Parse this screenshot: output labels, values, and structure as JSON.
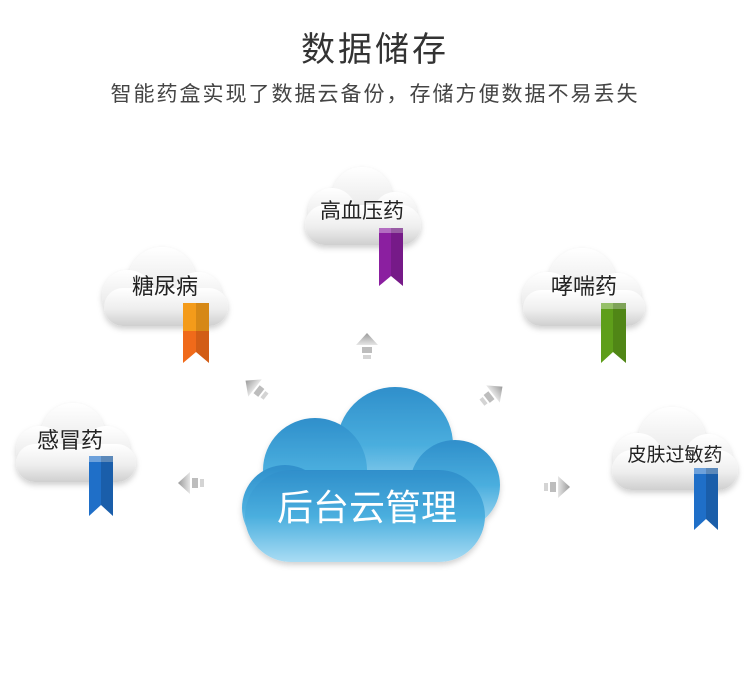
{
  "header": {
    "title": "数据储存",
    "subtitle": "智能药盒实现了数据云备份，存储方便数据不易丢失"
  },
  "center": {
    "label": "后台云管理"
  },
  "clouds": [
    {
      "id": "hypertension",
      "label": "高血压药",
      "ribbon": "#8b1fa0"
    },
    {
      "id": "diabetes",
      "label": "糖尿病",
      "ribbon": "#f06a1a"
    },
    {
      "id": "asthma",
      "label": "哮喘药",
      "ribbon": "#5e9e1a"
    },
    {
      "id": "cold",
      "label": "感冒药",
      "ribbon": "#1f6fc8"
    },
    {
      "id": "allergy",
      "label": "皮肤过敏药",
      "ribbon": "#1f6fc8"
    }
  ]
}
